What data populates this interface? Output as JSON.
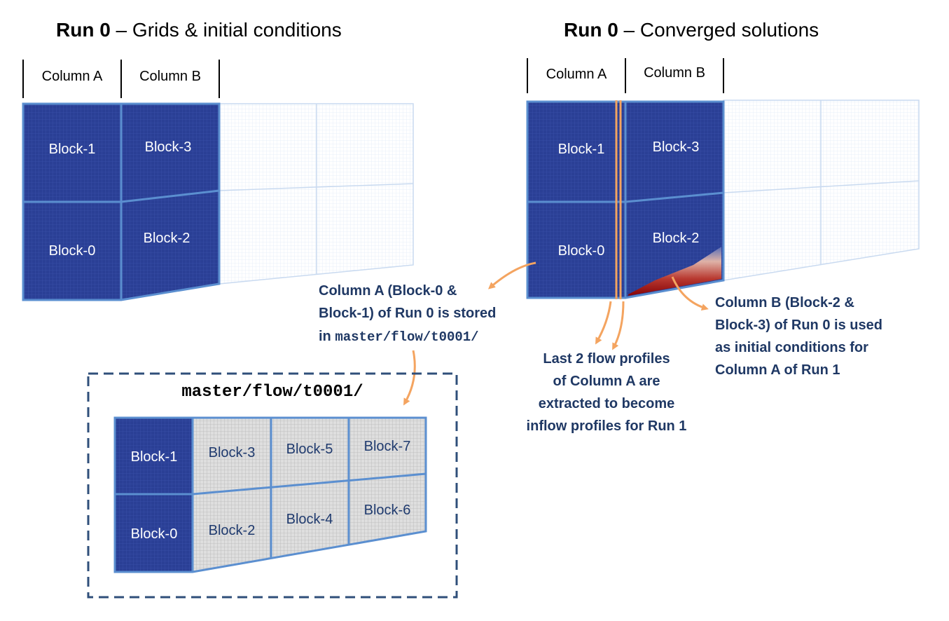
{
  "left": {
    "title_bold": "Run 0",
    "title_rest": " – Grids & initial conditions",
    "column_a": "Column A",
    "column_b": "Column B",
    "blocks": {
      "b1": "Block-1",
      "b3": "Block-3",
      "b0": "Block-0",
      "b2": "Block-2"
    }
  },
  "right": {
    "title_bold": "Run 0",
    "title_rest": " – Converged solutions",
    "column_a": "Column A",
    "column_b": "Column B",
    "blocks": {
      "b1": "Block-1",
      "b3": "Block-3",
      "b0": "Block-0",
      "b2": "Block-2"
    }
  },
  "annotations": {
    "stored": {
      "line1": "Column A (Block-0 &",
      "line2": "Block-1) of Run 0 is stored",
      "line3_prefix": "in ",
      "line3_path": "master/flow/t0001/"
    },
    "extracted": {
      "line1": "Last 2 flow profiles",
      "line2": "of Column A are",
      "line3": "extracted to become",
      "line4": "inflow profiles for Run 1"
    },
    "initial": {
      "line1": "Column B (Block-2 &",
      "line2": "Block-3) of Run 0 is used",
      "line3": "as initial conditions for",
      "line4": "Column A of Run 1"
    }
  },
  "storage": {
    "path": "master/flow/t0001/",
    "blocks": {
      "b1": "Block-1",
      "b3": "Block-3",
      "b5": "Block-5",
      "b7": "Block-7",
      "b0": "Block-0",
      "b2": "Block-2",
      "b4": "Block-4",
      "b6": "Block-6"
    }
  },
  "colors": {
    "block_blue": "#2a3f95",
    "border_blue": "#5b8fd0",
    "faint_grid": "#c9daf0",
    "gray_block": "#dcdcdc",
    "arrow_orange": "#f4a460",
    "annotation_text": "#1f3864",
    "dashed_box": "#2f4f7a"
  }
}
